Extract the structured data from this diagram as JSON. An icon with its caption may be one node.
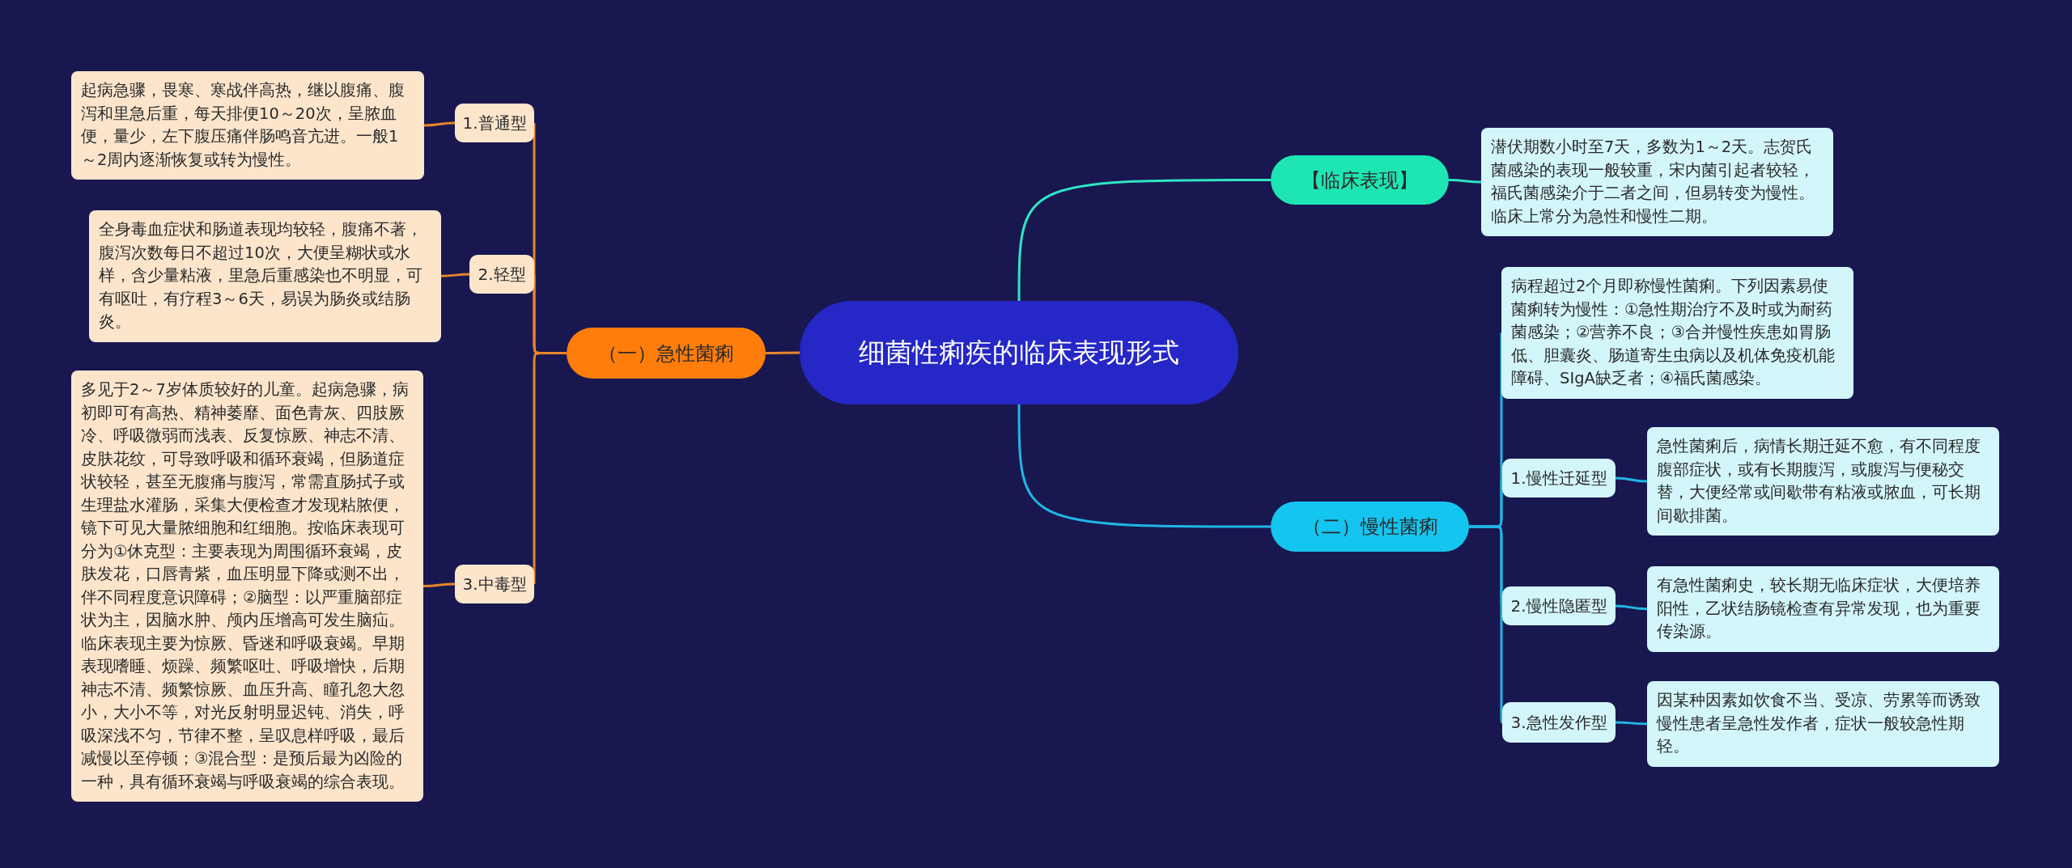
{
  "diagram": {
    "nodes": [
      {
        "text": [
          "细菌性痢疾的临床表现形式"
        ]
      },
      {
        "text": [
          "（一）急性菌痢"
        ]
      },
      {
        "text": [
          "1.普通型"
        ]
      },
      {
        "text": [
          "起病急骤，畏寒、寒战伴高热，继以腹痛、腹泻和里急后重，每天排便10～20次，呈脓血便，量少，左下腹压痛伴肠鸣音亢进。一般1～2周内逐渐恢复或转为慢性。"
        ]
      },
      {
        "text": [
          "2.轻型"
        ]
      },
      {
        "text": [
          "全身毒血症状和肠道表现均较轻，腹痛不著，腹泻次数每日不超过10次，大便呈糊状或水样，含少量粘液，里急后重感染也不明显，可有呕吐，有疗程3～6天，易误为肠炎或结肠炎。"
        ]
      },
      {
        "text": [
          "3.中毒型"
        ]
      },
      {
        "text": [
          "多见于2～7岁体质较好的儿童。起病急骤，病初即可有高热、精神萎靡、面色青灰、四肢厥冷、呼吸微弱而浅表、反复惊厥、神志不清、皮肤花纹，可导致呼吸和循环衰竭，但肠道症状较轻，甚至无腹痛与腹泻，常需直肠拭子或生理盐水灌肠，采集大便检查才发现粘脓便，镜下可见大量脓细胞和红细胞。按临床表现可分为①休克型：主要表现为周围循环衰竭，皮肤发花，口唇青紫，血压明显下降或测不出，伴不同程度意识障碍；②脑型：以严重脑部症状为主，因脑水肿、颅内压增高可发生脑疝。临床表现主要为惊厥、昏迷和呼吸衰竭。早期表现嗜睡、烦躁、频繁呕吐、呼吸增快，后期神志不清、频繁惊厥、血压升高、瞳孔忽大忽小，大小不等，对光反射明显迟钝、消失，呼吸深浅不匀，节律不整，呈叹息样呼吸，最后减慢以至停顿；③混合型：是预后最为凶险的一种，具有循环衰竭与呼吸衰竭的综合表现。"
        ]
      },
      {
        "text": [
          "【临床表现】"
        ]
      },
      {
        "text": [
          "潜伏期数小时至7天，多数为1～2天。志贺氏菌感染的表现一般较重，宋内菌引起者较轻，福氏菌感染介于二者之间，但易转变为慢性。临床上常分为急性和慢性二期。"
        ]
      },
      {
        "text": [
          "（二）慢性菌痢"
        ]
      },
      {
        "text": [
          "病程超过2个月即称慢性菌痢。下列因素易使菌痢转为慢性：①急性期治疗不及时或为耐药菌感染；②营养不良；③合并慢性疾患如胃肠低、胆囊炎、肠道寄生虫病以及机体免疫机能障碍、SIgA缺乏者；④福氏菌感染。"
        ]
      },
      {
        "text": [
          "1.慢性迁延型"
        ]
      },
      {
        "text": [
          "急性菌痢后，病情长期迁延不愈，有不同程度腹部症状，或有长期腹泻，或腹泻与便秘交替，大便经常或间歇带有粘液或脓血，可长期间歇排菌。"
        ]
      },
      {
        "text": [
          "2.慢性隐匿型"
        ]
      },
      {
        "text": [
          "有急性菌痢史，较长期无临床症状，大便培养阳性，乙状结肠镜检查有异常发现，也为重要传染源。"
        ]
      },
      {
        "text": [
          "3.急性发作型"
        ]
      },
      {
        "text": [
          "因某种因素如饮食不当、受凉、劳累等而诱致慢性患者呈急性发作者，症状一般较急性期轻。"
        ]
      }
    ],
    "edges": [
      {
        "from": 0,
        "to": 1,
        "arrow": "none",
        "color": "#e8862a"
      },
      {
        "from": 1,
        "to": 2,
        "arrow": "none",
        "color": "#e8862a"
      },
      {
        "from": 2,
        "to": 3,
        "arrow": "none",
        "color": "#e8862a"
      },
      {
        "from": 1,
        "to": 4,
        "arrow": "none",
        "color": "#e8862a"
      },
      {
        "from": 4,
        "to": 5,
        "arrow": "none",
        "color": "#e8862a"
      },
      {
        "from": 1,
        "to": 6,
        "arrow": "none",
        "color": "#e8862a"
      },
      {
        "from": 6,
        "to": 7,
        "arrow": "none",
        "color": "#e8862a"
      },
      {
        "from": 0,
        "to": 8,
        "arrow": "none",
        "color": "#2ee6c4"
      },
      {
        "from": 8,
        "to": 9,
        "arrow": "none",
        "color": "#2ee6c4"
      },
      {
        "from": 0,
        "to": 10,
        "arrow": "none"
      },
      {
        "from": 10,
        "to": 11,
        "arrow": "none"
      },
      {
        "from": 10,
        "to": 12,
        "arrow": "none"
      },
      {
        "from": 12,
        "to": 13,
        "arrow": "none"
      },
      {
        "from": 10,
        "to": 14,
        "arrow": "none"
      },
      {
        "from": 14,
        "to": 15,
        "arrow": "none"
      },
      {
        "from": 10,
        "to": 16,
        "arrow": "none"
      },
      {
        "from": 16,
        "to": 17,
        "arrow": "none"
      }
    ]
  }
}
